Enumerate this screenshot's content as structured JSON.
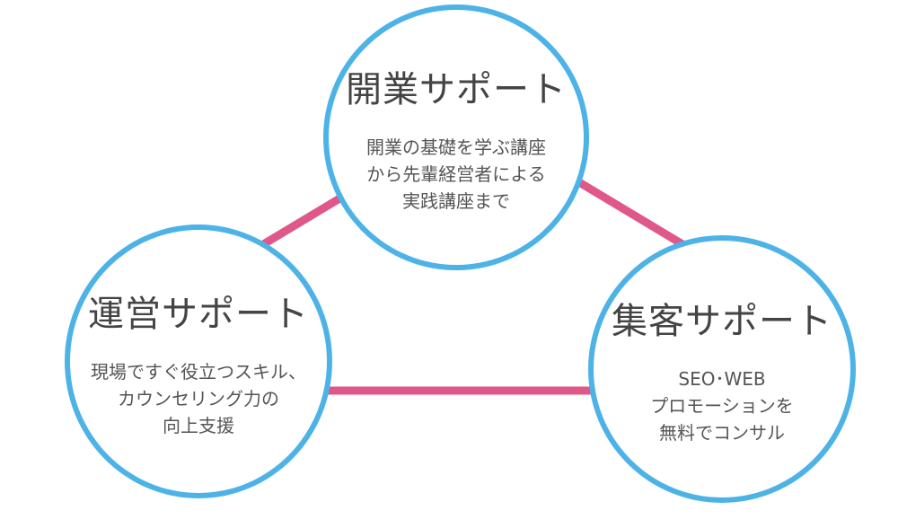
{
  "colors": {
    "circle_border": "#4db3e6",
    "connector": "#e0578a",
    "text": "#444444"
  },
  "nodes": [
    {
      "title": "開業サポート",
      "desc": [
        "開業の基礎を学ぶ講座",
        "から先輩経営者による",
        "実践講座まで"
      ]
    },
    {
      "title": "運営サポート",
      "desc": [
        "現場ですぐ役立つスキル、",
        "カウンセリング力の",
        "向上支援"
      ]
    },
    {
      "title": "集客サポート",
      "desc": [
        "SEO･WEB",
        "プロモーションを",
        "無料でコンサル"
      ]
    }
  ]
}
